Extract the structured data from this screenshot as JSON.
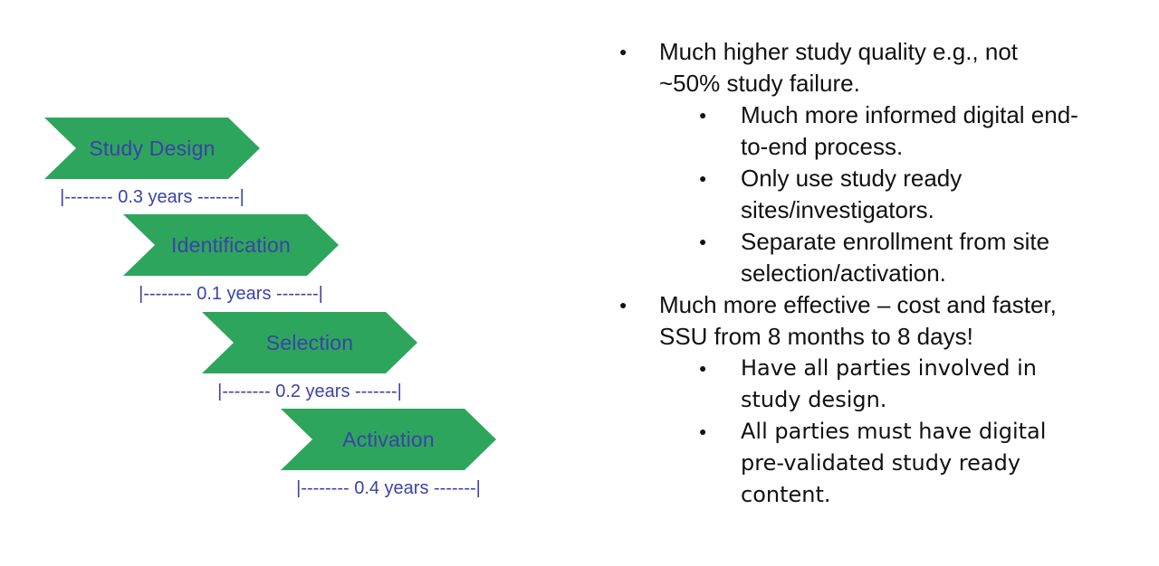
{
  "colors": {
    "arrow_green": "#2EA55C",
    "diagram_blue": "#3B42A9",
    "notes_text": "#111111"
  },
  "timeline": {
    "stages": [
      {
        "name": "Study Design",
        "duration_years": 0.3,
        "duration_label": "|-------- 0.3 years -------|"
      },
      {
        "name": "Identification",
        "duration_years": 0.1,
        "duration_label": "|-------- 0.1 years -------|"
      },
      {
        "name": "Selection",
        "duration_years": 0.2,
        "duration_label": "|-------- 0.2 years -------|"
      },
      {
        "name": "Activation",
        "duration_years": 0.4,
        "duration_label": "|-------- 0.4 years -------|"
      }
    ]
  },
  "notes": {
    "items": [
      {
        "lines": [
          "Much higher study quality e.g., not",
          "~50% study failure."
        ],
        "children": [
          {
            "lines": [
              "Much more informed digital end-",
              "to-end process."
            ]
          },
          {
            "lines": [
              "Only use study ready",
              "sites/investigators."
            ]
          },
          {
            "lines": [
              "Separate enrollment from site",
              "selection/activation."
            ]
          }
        ]
      },
      {
        "lines": [
          "Much more effective – cost and faster,",
          "SSU from 8 months to 8 days!"
        ],
        "children": [
          {
            "lines": [
              "Have all parties involved in",
              "study design."
            ]
          },
          {
            "lines": [
              "All parties must have digital",
              "pre-validated study ready",
              "content."
            ]
          }
        ]
      }
    ]
  }
}
